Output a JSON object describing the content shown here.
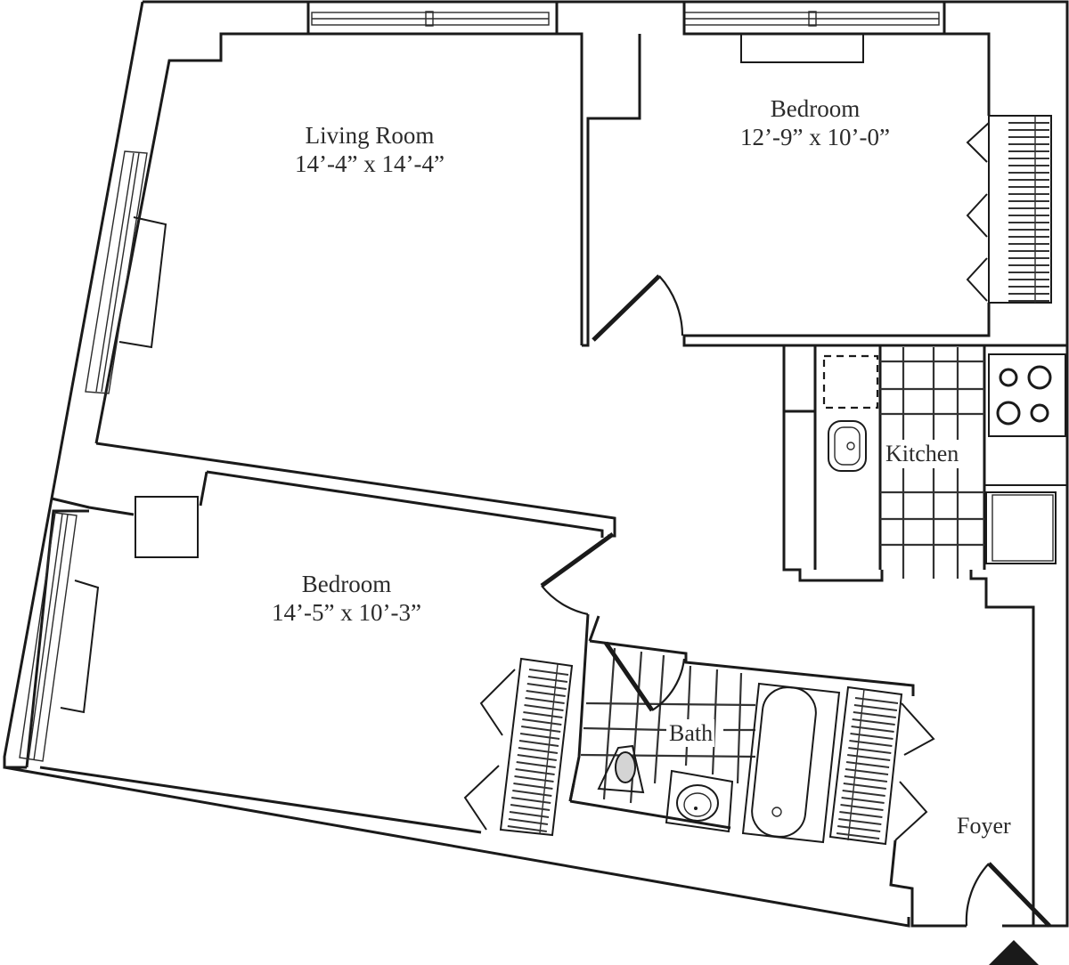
{
  "floor_plan": {
    "rooms": [
      {
        "id": "living-room",
        "name": "Living Room",
        "dimensions": "14’-4” x 14’-4”"
      },
      {
        "id": "bedroom-1",
        "name": "Bedroom",
        "dimensions": "12’-9” x 10’-0”"
      },
      {
        "id": "bedroom-2",
        "name": "Bedroom",
        "dimensions": "14’-5” x 10’-3”"
      },
      {
        "id": "kitchen",
        "name": "Kitchen"
      },
      {
        "id": "bath",
        "name": "Bath"
      },
      {
        "id": "foyer",
        "name": "Foyer"
      }
    ],
    "fixtures": [
      "stove-4-burner",
      "kitchen-sink",
      "refrigerator",
      "dishwasher",
      "toilet",
      "bathroom-sink",
      "bathtub",
      "closet-bedroom-1",
      "closet-bedroom-2",
      "closet-foyer"
    ],
    "compass": "north-arrow-icon",
    "colors": {
      "line": "#1a1a1a",
      "text": "#2b2b2b",
      "background": "#ffffff",
      "toilet_fill": "#d4d4d4"
    }
  }
}
